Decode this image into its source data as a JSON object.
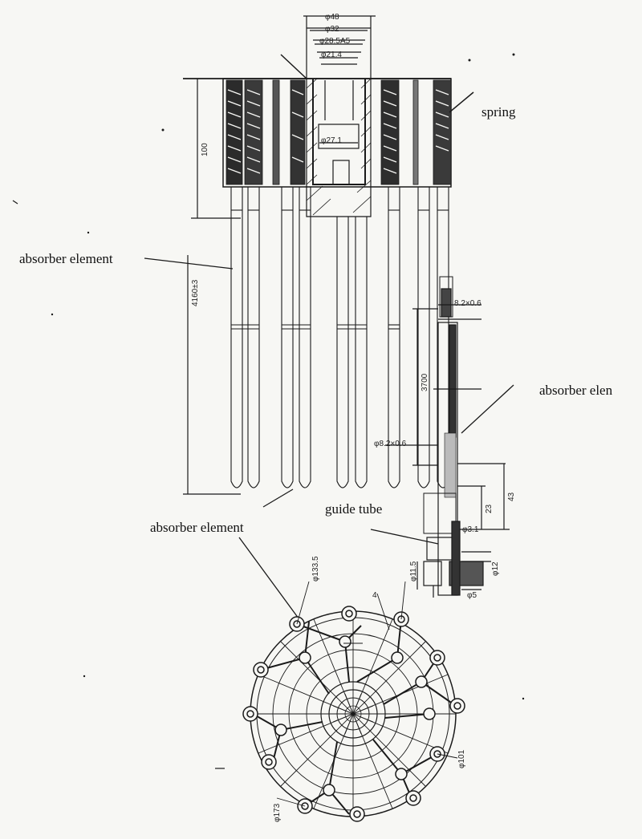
{
  "labels": {
    "spring": "spring",
    "absorber_element_left": "absorber element",
    "absorber_element_right": "absorber elen",
    "guide_tube": "guide tube",
    "absorber_element_bottom": "absorber element"
  },
  "dimensions": {
    "d48": "φ48",
    "d32": "φ32",
    "d28_5": "φ28.5A5",
    "d21_4": "φ21.4",
    "d27_1": "φ27.1",
    "h100": "100",
    "h4160": "4160±3",
    "d8_2": "8.2×0.6",
    "h3700": "3700",
    "d8_2b": "φ8.2×0.6",
    "h43": "43",
    "h23": "23",
    "d3_1": "φ3.1",
    "d5": "φ5",
    "d11_5": "φ11.5",
    "d12": "φ12",
    "d133_5": "φ133.5",
    "d101": "φ101",
    "d173": "φ173",
    "four": "4"
  },
  "colors": {
    "ink": "#1a1a1a",
    "paper": "#f7f7f4"
  }
}
